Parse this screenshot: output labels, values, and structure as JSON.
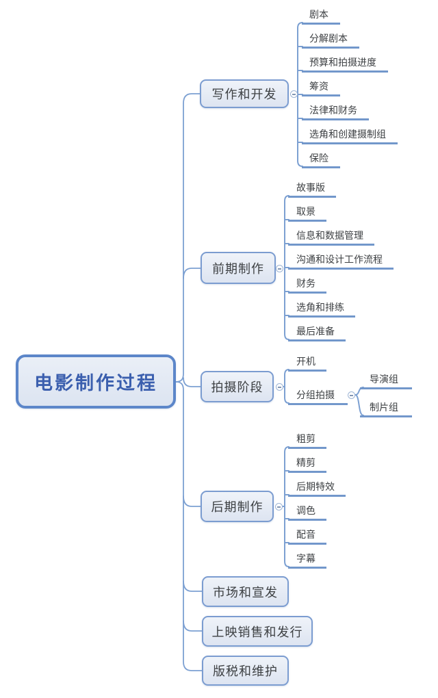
{
  "mindmap": {
    "root": {
      "label": "电影制作过程"
    },
    "branches": [
      {
        "label": "写作和开发",
        "children": [
          {
            "label": "剧本"
          },
          {
            "label": "分解剧本"
          },
          {
            "label": "预算和拍摄进度"
          },
          {
            "label": "筹资"
          },
          {
            "label": "法律和财务"
          },
          {
            "label": "选角和创建摄制组"
          },
          {
            "label": "保险"
          }
        ]
      },
      {
        "label": "前期制作",
        "children": [
          {
            "label": "故事版"
          },
          {
            "label": "取景"
          },
          {
            "label": "信息和数据管理"
          },
          {
            "label": "沟通和设计工作流程"
          },
          {
            "label": "财务"
          },
          {
            "label": "选角和排练"
          },
          {
            "label": "最后准备"
          }
        ]
      },
      {
        "label": "拍摄阶段",
        "children": [
          {
            "label": "开机"
          },
          {
            "label": "分组拍摄",
            "children": [
              {
                "label": "导演组"
              },
              {
                "label": "制片组"
              }
            ]
          }
        ]
      },
      {
        "label": "后期制作",
        "children": [
          {
            "label": "粗剪"
          },
          {
            "label": "精剪"
          },
          {
            "label": "后期特效"
          },
          {
            "label": "调色"
          },
          {
            "label": "配音"
          },
          {
            "label": "字幕"
          }
        ]
      },
      {
        "label": "市场和宣发",
        "children": []
      },
      {
        "label": "上映销售和发行",
        "children": []
      },
      {
        "label": "版税和维护",
        "children": []
      }
    ],
    "ui": {
      "collapse_icon": "minus-in-circle"
    },
    "colors": {
      "background": "#ffffff",
      "connector_line": "#7ca0d2",
      "leaf_underline": "#7297cb",
      "node_border": "#7b9cd0",
      "root_border": "#5c86c9",
      "node_fill_top": "#eff3f9",
      "node_fill_bottom": "#dde4f1",
      "root_text": "#3b5fae",
      "text": "#3d4043"
    }
  }
}
